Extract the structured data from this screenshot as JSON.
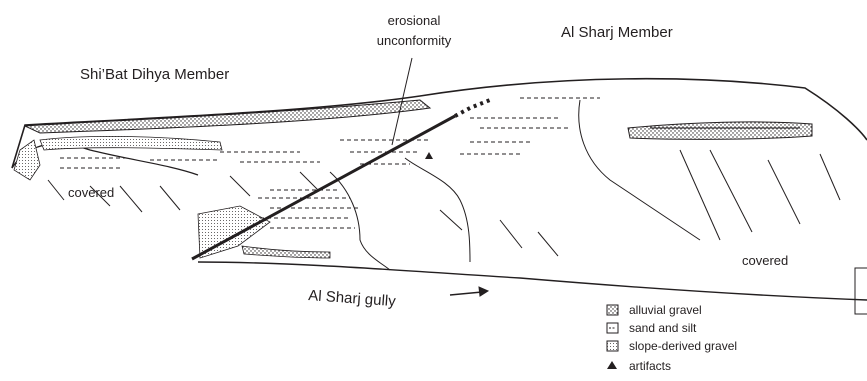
{
  "labels": {
    "shibat_dihya_member": "Shi’Bat Dihya Member",
    "al_sharj_member": "Al Sharj Member",
    "erosional_line1": "erosional",
    "erosional_line2": "unconformity",
    "covered_left": "covered",
    "covered_right": "covered",
    "gully": "Al Sharj gully"
  },
  "legend": {
    "items": [
      {
        "pattern": "alluvial-gravel",
        "label": "alluvial gravel"
      },
      {
        "pattern": "sand-and-silt",
        "label": "sand and silt"
      },
      {
        "pattern": "slope-derived-gravel",
        "label": "slope-derived gravel"
      },
      {
        "pattern": "artifact-triangle",
        "label": "artifacts"
      }
    ]
  },
  "colors": {
    "ink": "#231f20",
    "paper": "#ffffff"
  }
}
